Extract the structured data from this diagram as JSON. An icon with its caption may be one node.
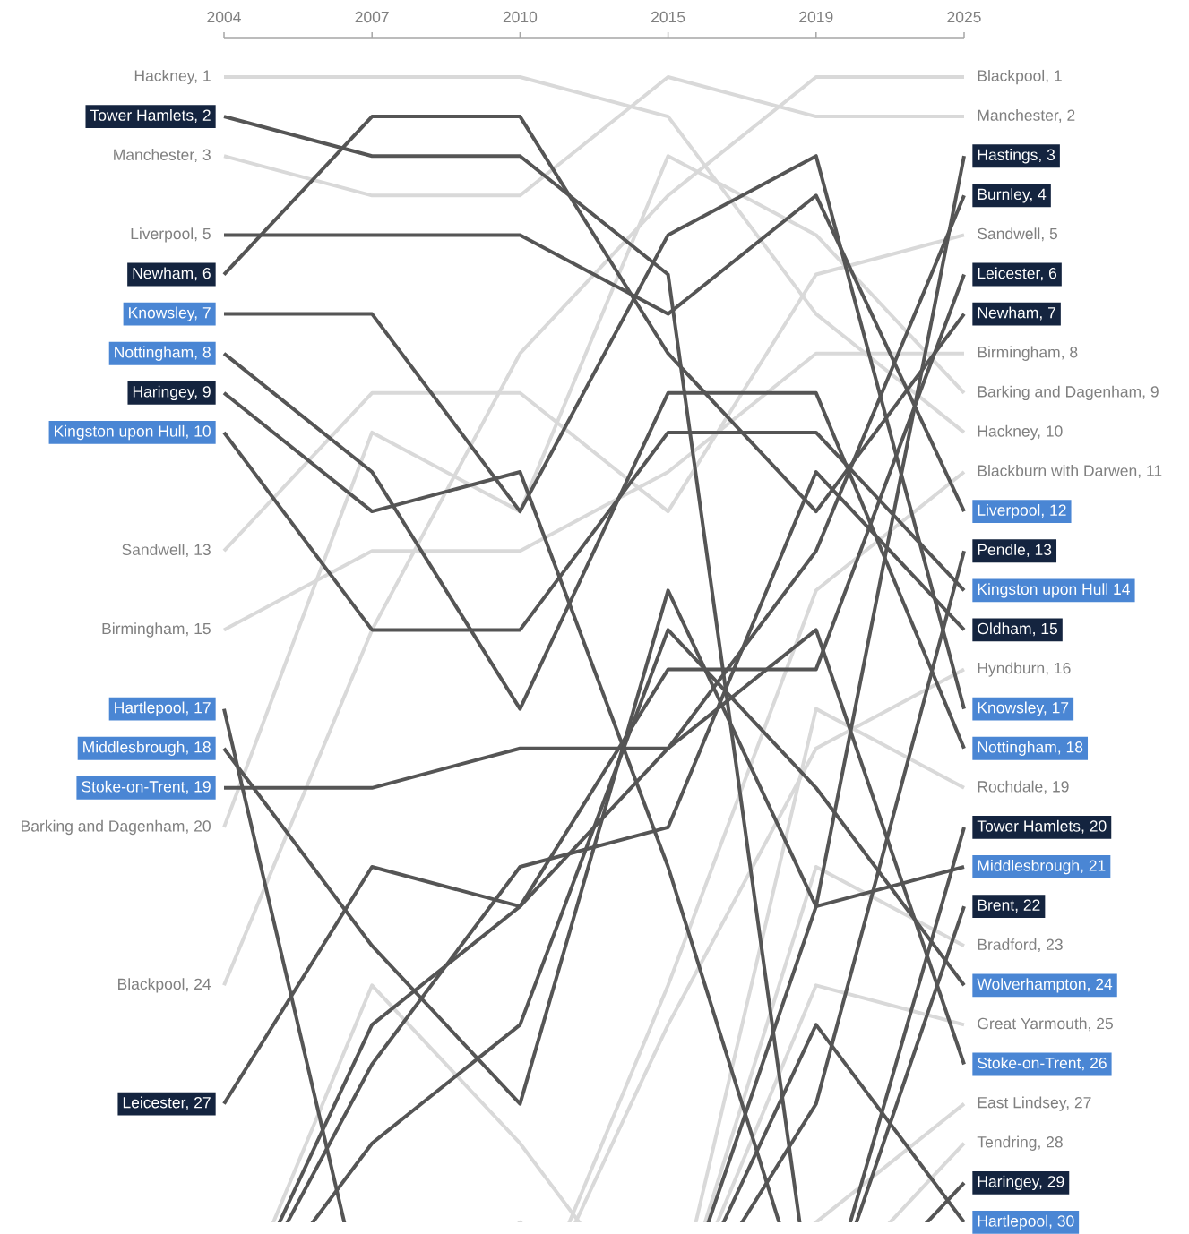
{
  "diagram": {
    "labels": [
      "2004",
      "2007",
      "2010",
      "2015",
      "2019",
      "2025",
      "Hackney, 1",
      "Tower Hamlets, 2",
      "Manchester, 3",
      "Liverpool, 5",
      "Newham, 6",
      "Knowsley, 7",
      "Nottingham, 8",
      "Haringey, 9",
      "Kingston upon Hull, 10",
      "Sandwell, 13",
      "Birmingham, 15",
      "Hartlepool, 17",
      "Middlesbrough, 18",
      "Stoke-on-Trent, 19",
      "Barking and Dagenham, 20",
      "Blackpool, 24",
      "Leicester, 27",
      "Blackpool, 1",
      "Manchester, 2",
      "Hastings, 3",
      "Burnley, 4",
      "Sandwell, 5",
      "Leicester, 6",
      "Newham, 7",
      "Birmingham, 8",
      "Barking and Dagenham, 9",
      "Hackney, 10",
      "Blackburn with Darwen, 11",
      "Liverpool, 12",
      "Pendle, 13",
      "Kingston upon Hull  14",
      "Oldham, 15",
      "Hyndburn, 16",
      "Knowsley, 17",
      "Nottingham, 18",
      "Rochdale, 19",
      "Tower Hamlets, 20",
      "Middlesbrough, 21",
      "Brent, 22",
      "Bradford, 23",
      "Wolverhampton, 24",
      "Great Yarmouth, 25",
      "Stoke-on-Trent, 26",
      "East Lindsey, 27",
      "Tendring, 28",
      "Haringey, 29",
      "Hartlepool, 30"
    ]
  }
}
